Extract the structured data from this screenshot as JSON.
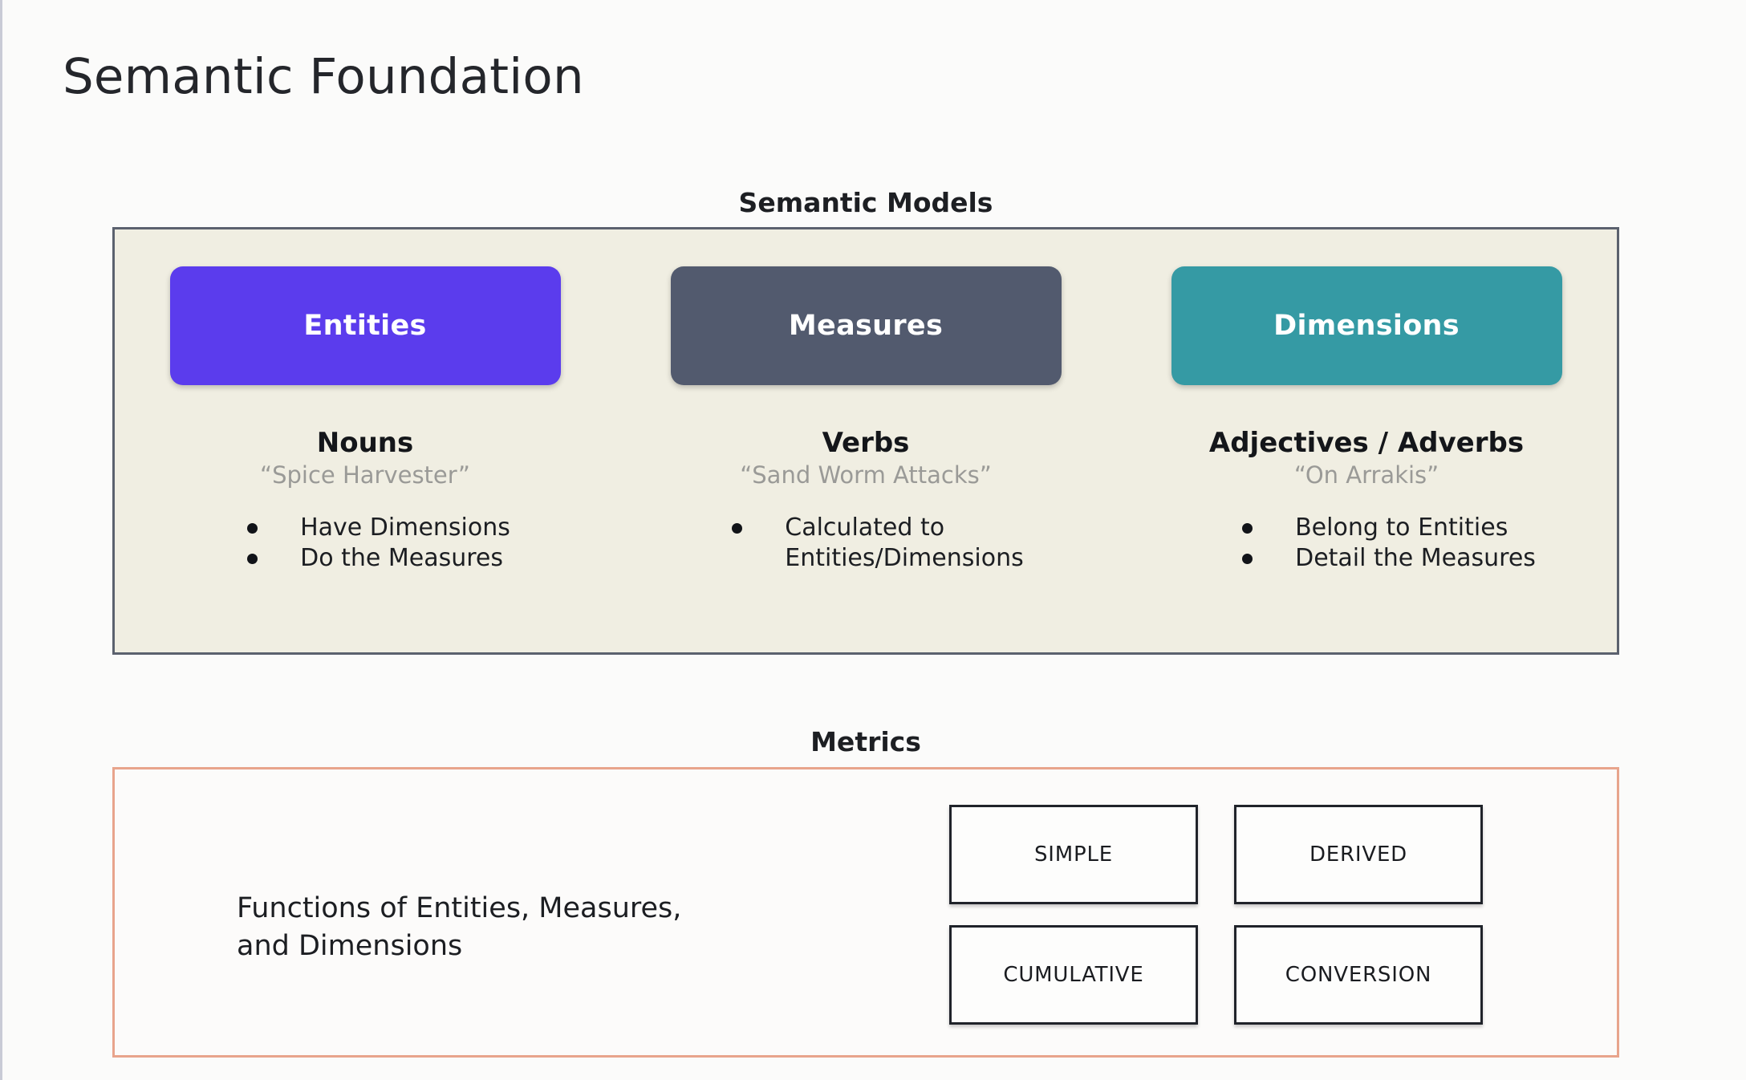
{
  "slide": {
    "title": "Semantic Foundation"
  },
  "semantic_models": {
    "heading": "Semantic Models",
    "panel_bg": "#F0EEE2",
    "panel_border": "#5B616E",
    "columns": [
      {
        "chip_label": "Entities",
        "chip_color": "#5B3CED",
        "part_of_speech": "Nouns",
        "example": "“Spice Harvester”",
        "bullets": [
          "Have Dimensions",
          "Do the Measures"
        ]
      },
      {
        "chip_label": "Measures",
        "chip_color": "#525A6E",
        "part_of_speech": "Verbs",
        "example": "“Sand Worm Attacks”",
        "bullets": [
          "Calculated to\nEntities/Dimensions"
        ]
      },
      {
        "chip_label": "Dimensions",
        "chip_color": "#359AA4",
        "part_of_speech": "Adjectives / Adverbs",
        "example": "“On Arrakis”",
        "bullets": [
          "Belong to Entities",
          "Detail the Measures"
        ]
      }
    ]
  },
  "metrics": {
    "heading": "Metrics",
    "panel_border": "#E8A48C",
    "description": "Functions of Entities, Measures,\nand Dimensions",
    "types": [
      "SIMPLE",
      "DERIVED",
      "CUMULATIVE",
      "CONVERSION"
    ]
  }
}
